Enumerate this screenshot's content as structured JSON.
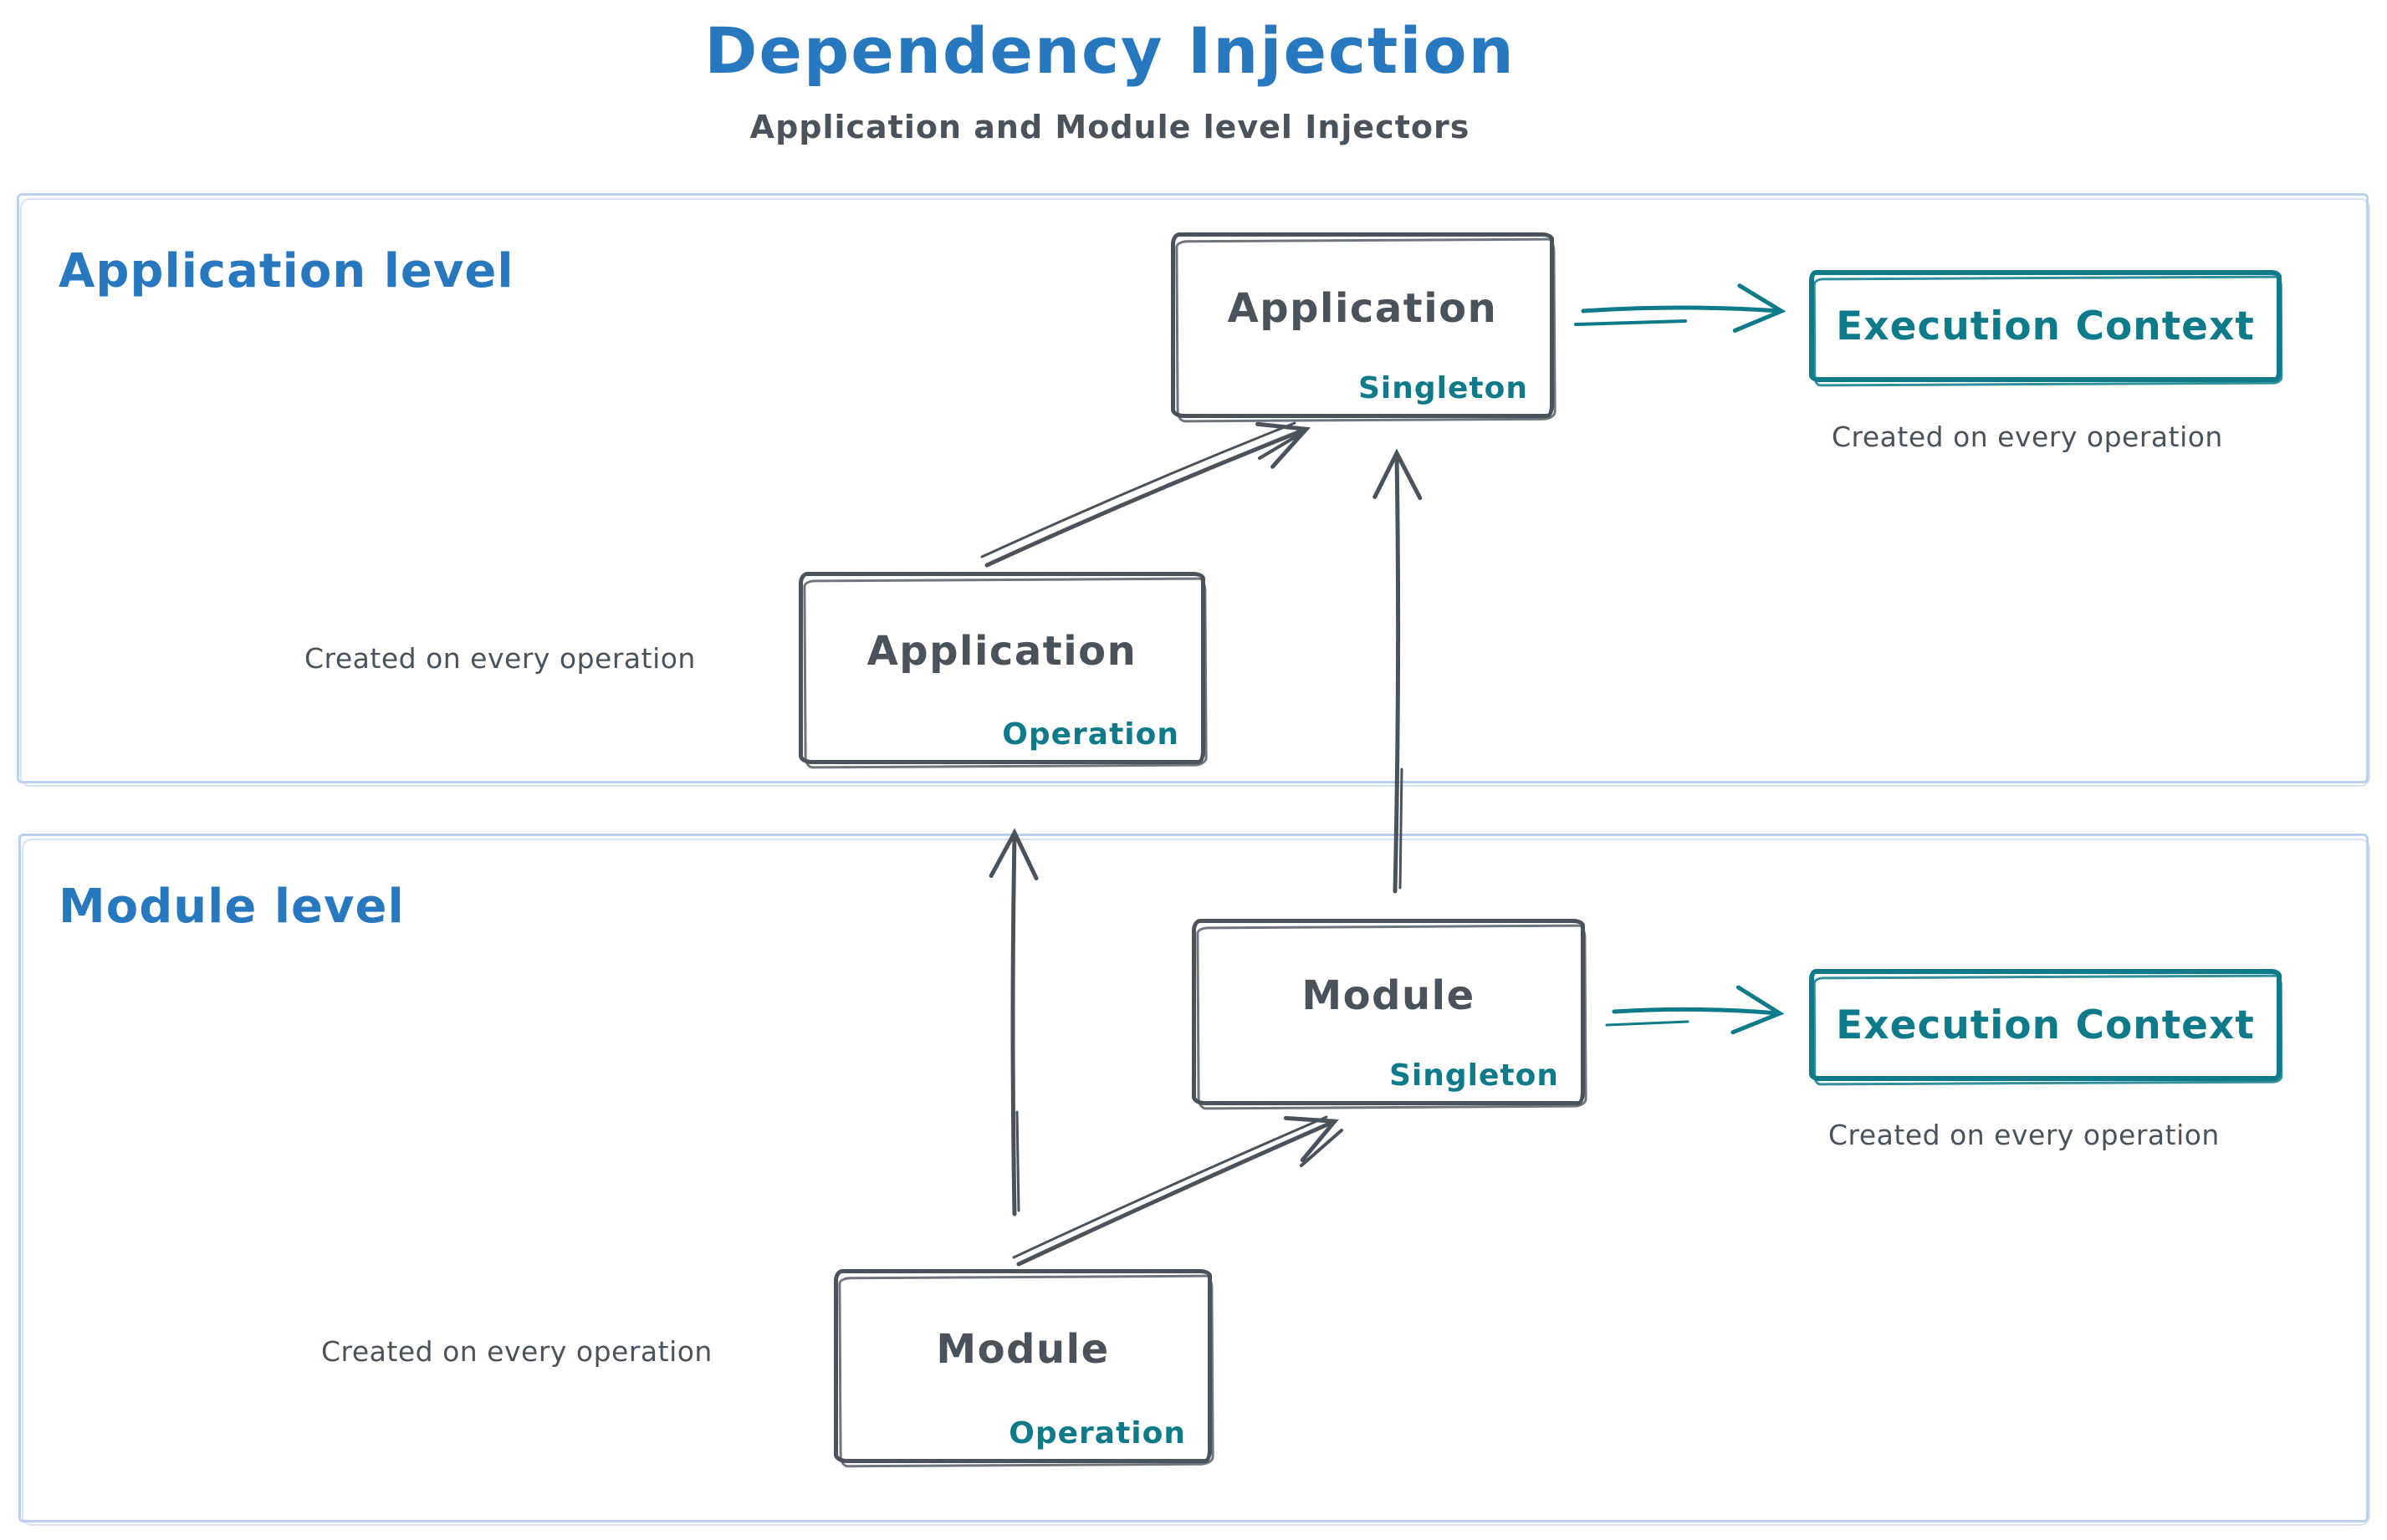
{
  "title": "Dependency Injection",
  "subtitle": "Application and Module level Injectors",
  "colors": {
    "title_blue": "#2878c0",
    "stroke_dark": "#4a525b",
    "accent_teal": "#0f7b8a",
    "container_border_blue": "#bad0ec"
  },
  "levels": [
    {
      "label": "Application level"
    },
    {
      "label": "Module level"
    }
  ],
  "nodes": {
    "app_singleton": {
      "title": "Application",
      "badge": "Singleton"
    },
    "app_operation": {
      "title": "Application",
      "badge": "Operation"
    },
    "module_singleton": {
      "title": "Module",
      "badge": "Singleton"
    },
    "module_operation": {
      "title": "Module",
      "badge": "Operation"
    },
    "exec_top": {
      "title": "Execution Context"
    },
    "exec_bottom": {
      "title": "Execution Context"
    }
  },
  "annotations": {
    "created_top_left": "Created on every operation",
    "created_top_right": "Created on every operation",
    "created_bottom_left": "Created on every operation",
    "created_bottom_right": "Created on every operation"
  }
}
